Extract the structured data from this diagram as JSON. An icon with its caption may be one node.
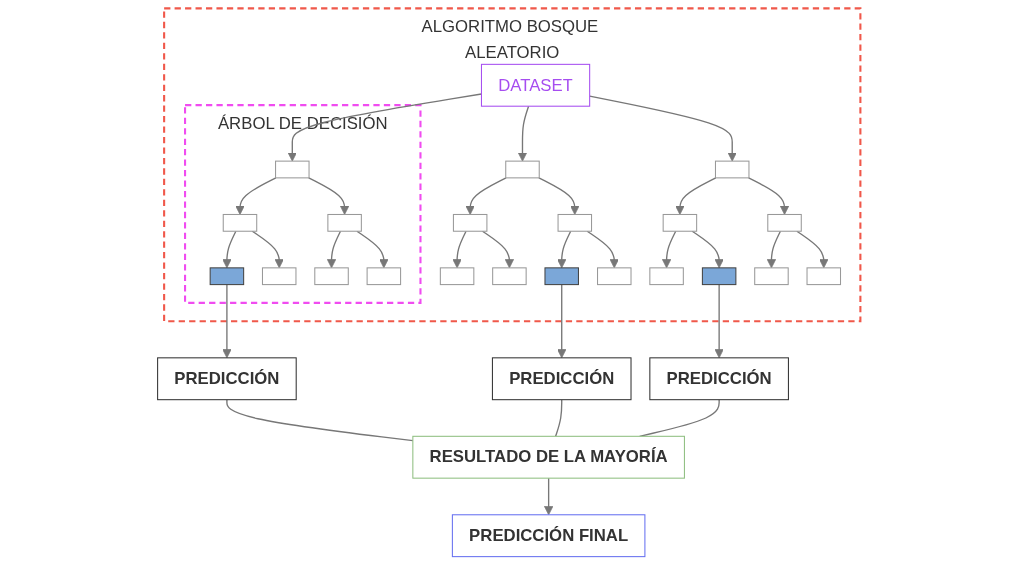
{
  "diagram": {
    "nodes": [
      {
        "text": [
          "ALGORITMO BOSQUE ALEATORIO"
        ]
      },
      {
        "text": [
          "DATASET"
        ],
        "in": 0
      },
      {
        "text": [
          "ÁRBOL DE DECISIÓN"
        ],
        "in": 0
      },
      {
        "text": [],
        "shape": "box",
        "in": 2
      },
      {
        "text": [],
        "shape": "box",
        "in": 2
      },
      {
        "text": [],
        "shape": "box",
        "in": 2
      },
      {
        "text": [],
        "shape": "box",
        "in": 2
      },
      {
        "text": [],
        "shape": "box",
        "in": 2
      },
      {
        "text": [],
        "shape": "box",
        "in": 2
      },
      {
        "text": [],
        "shape": "box",
        "in": 2
      },
      {
        "text": [],
        "shape": "box",
        "in": 0
      },
      {
        "text": [],
        "shape": "box",
        "in": 0
      },
      {
        "text": [],
        "shape": "box",
        "in": 0
      },
      {
        "text": [],
        "shape": "box",
        "in": 0
      },
      {
        "text": [],
        "shape": "box",
        "in": 0
      },
      {
        "text": [],
        "shape": "box",
        "in": 0
      },
      {
        "text": [],
        "shape": "box",
        "in": 0
      },
      {
        "text": [],
        "shape": "box",
        "in": 0
      },
      {
        "text": [],
        "shape": "box",
        "in": 0
      },
      {
        "text": [],
        "shape": "box",
        "in": 0
      },
      {
        "text": [],
        "shape": "box",
        "in": 0
      },
      {
        "text": [],
        "shape": "box",
        "in": 0
      },
      {
        "text": [],
        "shape": "box",
        "in": 0
      },
      {
        "text": [],
        "shape": "box",
        "in": 0
      },
      {
        "text": [
          "PREDICCIÓN"
        ]
      },
      {
        "text": [
          "PREDICCIÓN"
        ]
      },
      {
        "text": [
          "PREDICCIÓN"
        ]
      },
      {
        "text": [
          "RESULTADO DE LA MAYORÍA"
        ]
      },
      {
        "text": [
          "PREDICCIÓN FINAL"
        ]
      }
    ],
    "edges": [
      {
        "from": 1,
        "to": 3,
        "arrow": "to"
      },
      {
        "from": 1,
        "to": 10,
        "arrow": "to"
      },
      {
        "from": 1,
        "to": 17,
        "arrow": "to"
      },
      {
        "from": 3,
        "to": 4,
        "arrow": "to"
      },
      {
        "from": 3,
        "to": 5,
        "arrow": "to"
      },
      {
        "from": 4,
        "to": 6,
        "arrow": "to"
      },
      {
        "from": 4,
        "to": 7,
        "arrow": "to"
      },
      {
        "from": 5,
        "to": 8,
        "arrow": "to"
      },
      {
        "from": 5,
        "to": 9,
        "arrow": "to"
      },
      {
        "from": 10,
        "to": 11,
        "arrow": "to"
      },
      {
        "from": 10,
        "to": 12,
        "arrow": "to"
      },
      {
        "from": 11,
        "to": 13,
        "arrow": "to"
      },
      {
        "from": 11,
        "to": 14,
        "arrow": "to"
      },
      {
        "from": 12,
        "to": 15,
        "arrow": "to"
      },
      {
        "from": 12,
        "to": 16,
        "arrow": "to"
      },
      {
        "from": 17,
        "to": 18,
        "arrow": "to"
      },
      {
        "from": 17,
        "to": 19,
        "arrow": "to"
      },
      {
        "from": 18,
        "to": 20,
        "arrow": "to"
      },
      {
        "from": 18,
        "to": 21,
        "arrow": "to"
      },
      {
        "from": 19,
        "to": 22,
        "arrow": "to"
      },
      {
        "from": 19,
        "to": 23,
        "arrow": "to"
      },
      {
        "from": 6,
        "to": 24,
        "arrow": "to"
      },
      {
        "from": 15,
        "to": 25,
        "arrow": "to"
      },
      {
        "from": 21,
        "to": 26,
        "arrow": "to"
      },
      {
        "from": 24,
        "to": 27,
        "arrow": "none"
      },
      {
        "from": 25,
        "to": 27,
        "arrow": "none"
      },
      {
        "from": 26,
        "to": 27,
        "arrow": "none"
      },
      {
        "from": 27,
        "to": 28,
        "arrow": "to"
      }
    ]
  }
}
